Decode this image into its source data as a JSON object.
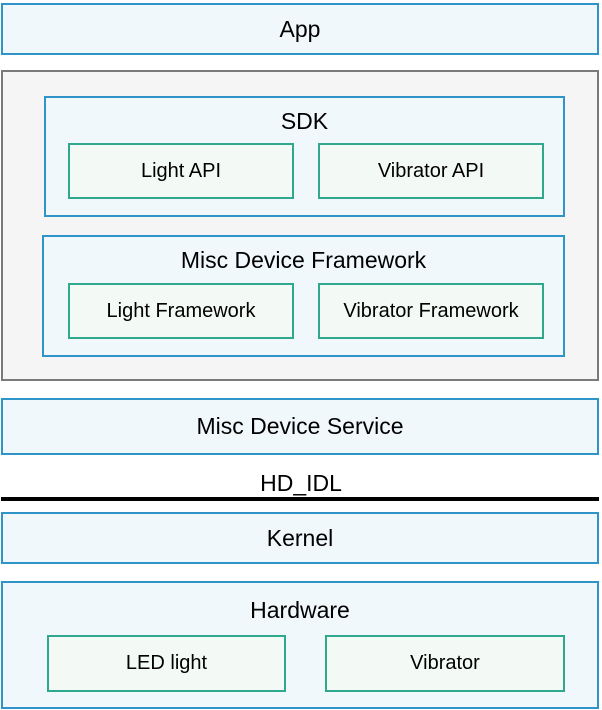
{
  "layers": {
    "app": "App",
    "sdk": {
      "title": "SDK",
      "items": [
        "Light API",
        "Vibrator API"
      ]
    },
    "framework": {
      "title": "Misc Device Framework",
      "items": [
        "Light Framework",
        "Vibrator Framework"
      ]
    },
    "service": "Misc Device Service",
    "interface": "HD_IDL",
    "kernel": "Kernel",
    "hardware": {
      "title": "Hardware",
      "items": [
        "LED light",
        "Vibrator"
      ]
    }
  },
  "colors": {
    "blue_border": "#2f95c8",
    "blue_fill": "#f1f8fc",
    "green_border": "#2fa88e",
    "green_fill": "#f3f9f4",
    "gray_border": "#7a7a7a",
    "gray_fill": "#f5f5f5"
  }
}
